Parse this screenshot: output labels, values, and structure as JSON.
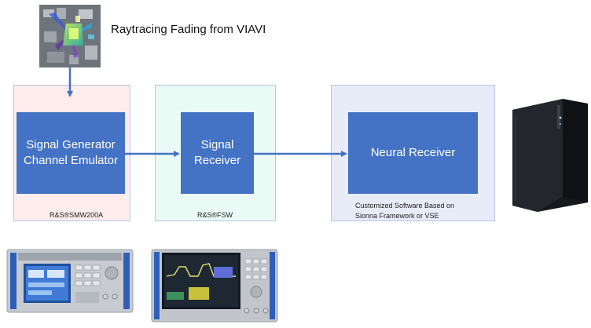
{
  "raytracing": {
    "title": "Raytracing Fading from VIAVI",
    "image_icon": "raytracing-scene-image"
  },
  "blocks": {
    "generator": {
      "line1": "Signal Generator",
      "line2": "Channel Emulator",
      "caption": "R&S®SMW200A"
    },
    "receiver": {
      "line1": "Signal",
      "line2": "Receiver",
      "caption": "R&S®FSW"
    },
    "neural": {
      "label": "Neural Receiver",
      "caption_line1": "Customized Software Based on",
      "caption_line2": "Sionna Framework or VSE"
    }
  },
  "colors": {
    "block_fill": "#4472c4",
    "arrow": "#4472c4",
    "panel_pink": "#fdecec",
    "panel_cyan": "#eafaf5",
    "panel_blue": "#e8ecf8"
  },
  "devices": {
    "signal_generator_icon": "signal-generator-instrument-image",
    "spectrum_analyzer_icon": "spectrum-analyzer-instrument-image",
    "server_icon": "tower-server-image"
  }
}
